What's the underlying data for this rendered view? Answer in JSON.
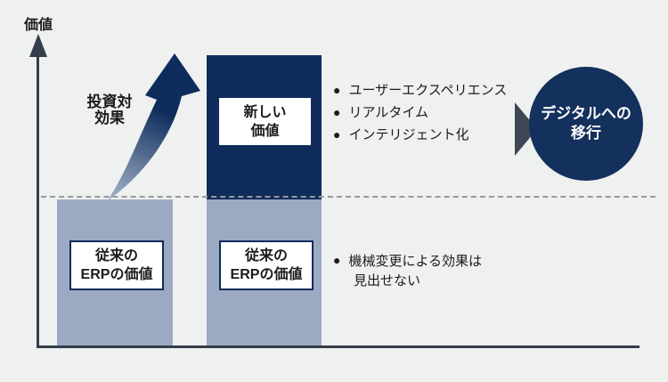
{
  "colors": {
    "background": "#eff1f0",
    "navy": "#0f2c5c",
    "circle_navy": "#14305c",
    "light_bar": "#9ba9c2",
    "axis": "#333e4a",
    "dashed_line": "#97999b",
    "triangle": "#3e4854",
    "text": "#1b1b1b",
    "arrow_tail": "#a9b7cd",
    "arrow_head": "#0e2c5c"
  },
  "glyphs": {
    "bullet": "●"
  },
  "y_axis_label": "価値",
  "roi_label": {
    "line1": "投資対",
    "line2": "効果"
  },
  "bars": {
    "left": {
      "line1": "従来の",
      "line2": "ERPの価値"
    },
    "right_bottom": {
      "line1": "従来の",
      "line2": "ERPの価値"
    },
    "right_top": {
      "line1": "新しい",
      "line2": "価値"
    }
  },
  "new_value_points": [
    "ユーザーエクスペリエンス",
    "リアルタイム",
    "インテリジェント化"
  ],
  "old_value_point": {
    "line1": "機械変更による効果は",
    "line2": "見出せない"
  },
  "digital_circle": {
    "line1": "デジタルへの",
    "line2": "移行"
  }
}
